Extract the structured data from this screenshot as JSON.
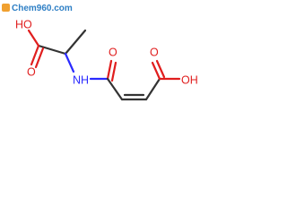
{
  "watermark": {
    "text": "Chem960.com",
    "text_color": "#2e7fc5",
    "accent_color": "#f0a030"
  },
  "atoms": {
    "left_acid_label": "HO",
    "left_carbonyl_label": "O",
    "amide_nh_label": "NH",
    "amide_carbonyl_label": "O",
    "right_carbonyl_label": "O",
    "right_acid_label": "OH"
  },
  "colors": {
    "bond": "#333333",
    "oxygen": "#e01e1e",
    "nitrogen": "#2a2aff"
  }
}
